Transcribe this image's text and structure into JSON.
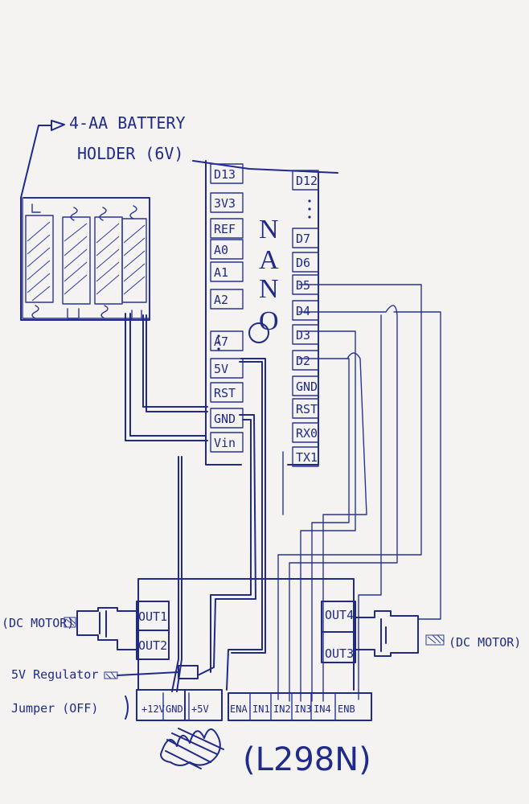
{
  "battery": {
    "title_line1": "4-AA BATTERY",
    "title_line2": "HOLDER (6V)"
  },
  "nano": {
    "name_letters": [
      "N",
      "A",
      "N",
      "O"
    ],
    "left_pins": [
      "D13",
      "3V3",
      "REF",
      "A0",
      "A1",
      "A2",
      "A7",
      "5V",
      "RST",
      "GND",
      "Vin"
    ],
    "right_pins": [
      "D12",
      "D7",
      "D6",
      "D5",
      "D4",
      "D3",
      "D2",
      "GND",
      "RST",
      "RX0",
      "TX1"
    ]
  },
  "l298n": {
    "label": "(L298N)",
    "out_left": [
      "OUT1",
      "OUT2"
    ],
    "out_right": [
      "OUT4",
      "OUT3"
    ],
    "bottom_pins": [
      "+12V",
      "GND",
      "+5V",
      "ENA",
      "IN1",
      "IN2",
      "IN3",
      "IN4",
      "ENB"
    ]
  },
  "motors": {
    "left": "(DC MOTOR)",
    "right": "(DC MOTOR)"
  },
  "regulator": {
    "line1": "5V Regulator",
    "line2": "Jumper (OFF)"
  },
  "colors": {
    "ink": "#1f2a8a",
    "paper": "#f4f3f1"
  }
}
